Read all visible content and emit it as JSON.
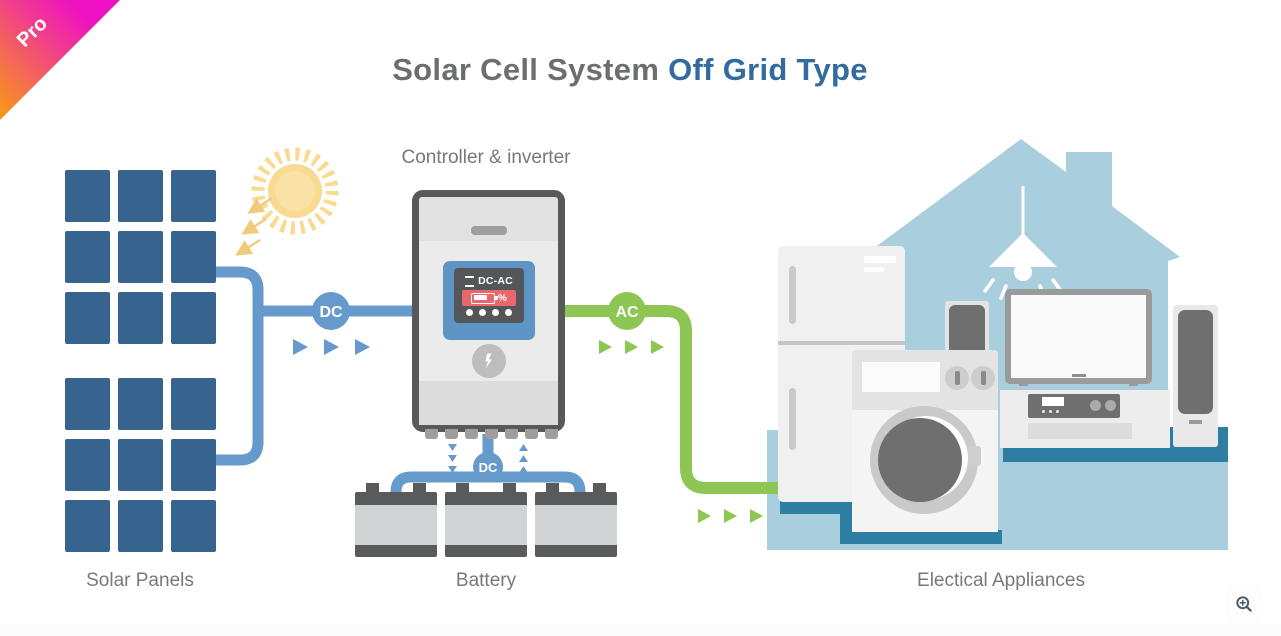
{
  "badge": {
    "label": "Pro"
  },
  "title": {
    "part1": "Solar Cell System",
    "part2": "Off Grid Type"
  },
  "labels": {
    "controller": "Controller & inverter",
    "solar_panels": "Solar Panels",
    "battery": "Battery",
    "appliances": "Electical Appliances"
  },
  "wires": {
    "dc_panel": "DC",
    "dc_battery": "DC",
    "ac": "AC"
  },
  "controller": {
    "display_mode": "DC-AC",
    "display_percent": "%"
  },
  "icons": {
    "sun": "sun-icon",
    "ceiling_lamp": "ceiling-lamp-icon",
    "bolt_logo": "bolt-logo-icon",
    "zoom": "zoom-in-icon"
  },
  "colors": {
    "ribbon_gradient_start": "#F7941E",
    "ribbon_gradient_end": "#EE10C4",
    "title_gray": "#6D6E71",
    "title_blue": "#336B9E",
    "panel_blue": "#36648E",
    "wire_blue": "#6699CC",
    "wire_green": "#8DC653",
    "sun_yellow": "#F8DA90",
    "house_blue": "#A9CFDF",
    "platform_teal": "#2E7EA4",
    "unit_dark": "#58595B",
    "display_blue": "#5E95C5",
    "display_red": "#E8676B",
    "label_gray": "#77787B"
  }
}
